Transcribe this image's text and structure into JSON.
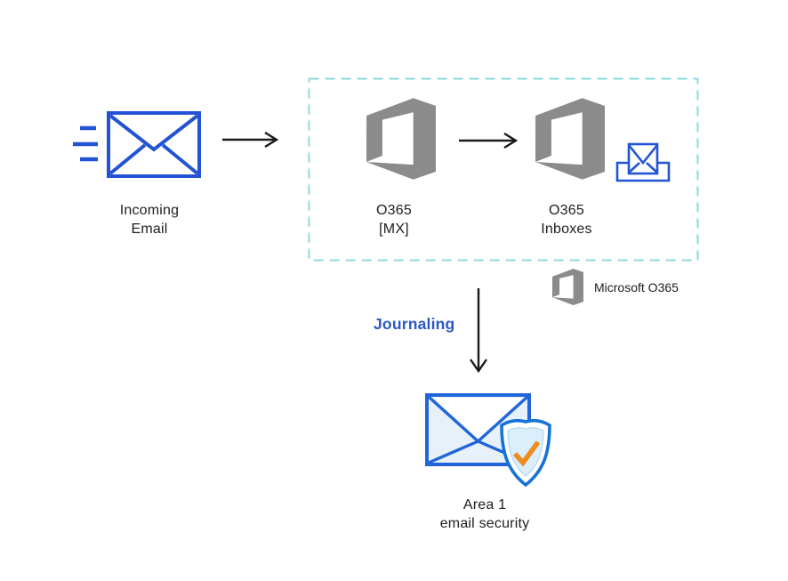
{
  "nodes": {
    "incoming": {
      "line1": "Incoming",
      "line2": "Email"
    },
    "o365_mx": {
      "line1": "O365",
      "line2": "[MX]"
    },
    "o365_inboxes": {
      "line1": "O365",
      "line2": "Inboxes"
    },
    "area1": {
      "line1": "Area 1",
      "line2": "email security"
    }
  },
  "legend": {
    "label": "Microsoft O365"
  },
  "flow": {
    "journaling_label": "Journaling"
  },
  "icons": {
    "incoming_email": "envelope-with-speed-lines-icon",
    "o365_mx": "office365-logo-icon",
    "o365_inboxes": "office365-logo-icon",
    "inbox": "mail-tray-icon",
    "legend_logo": "office365-logo-icon",
    "area1": "envelope-with-shield-check-icon",
    "arrows": [
      "arrow-right-icon",
      "arrow-right-icon",
      "arrow-down-icon"
    ]
  },
  "colors": {
    "envelope_blue": "#2353d4",
    "inbox_blue": "#2254d5",
    "area1_envelope_blue": "#2166d9",
    "area1_fill_light": "#e7f1fa",
    "shield_blue": "#1573d6",
    "shield_fill_light": "#dbeefb",
    "check_orange": "#ee8c1e",
    "o365_gray": "#8b8b8b",
    "dashed_border_teal": "#8ed8de",
    "journaling_blue": "#2b59c6",
    "arrow_black": "#1a1a1a",
    "text_black": "#1d1d1d"
  }
}
